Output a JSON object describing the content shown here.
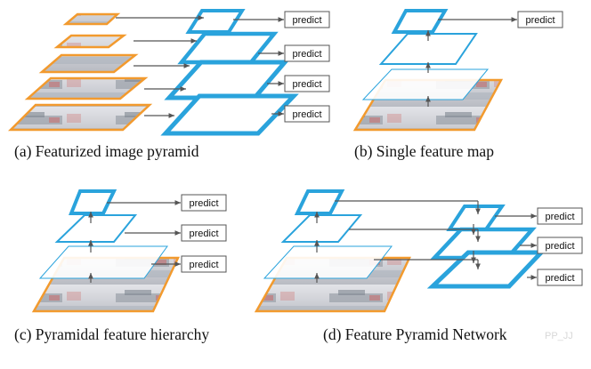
{
  "figure": {
    "panels": [
      {
        "id": "a",
        "caption": "(a) Featurized image pyramid",
        "predict_label": "predict",
        "predict_count": 4
      },
      {
        "id": "b",
        "caption": "(b) Single feature map",
        "predict_label": "predict",
        "predict_count": 1
      },
      {
        "id": "c",
        "caption": "(c) Pyramidal feature hierarchy",
        "predict_label": "predict",
        "predict_count": 3
      },
      {
        "id": "d",
        "caption": "(d) Feature Pyramid Network",
        "predict_label": "predict",
        "predict_count": 3
      }
    ],
    "watermark": "PP_JJ"
  },
  "colors": {
    "feature_map_stroke": "#2aa3dc",
    "image_stroke": "#f29a2e",
    "arrow": "#555555",
    "text": "#111111"
  },
  "icons": [
    "photo-thumbnail-icon",
    "arrow-icon"
  ]
}
